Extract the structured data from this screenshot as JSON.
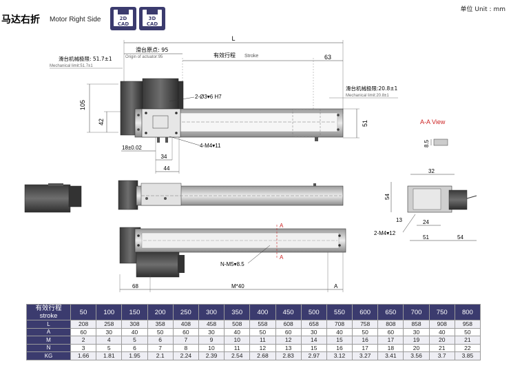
{
  "header": {
    "title_cn": "马达右折",
    "title_en": "Motor Right Side",
    "cad_buttons": [
      {
        "line1": "2D",
        "line2": "CAD"
      },
      {
        "line1": "3D",
        "line2": "CAD"
      }
    ],
    "unit_label": "单位 Unit : mm"
  },
  "drawing": {
    "dims": {
      "L": "L",
      "slider_origin_cn": "滑台原点: 95",
      "slider_origin_en": "Origin of actuator:95",
      "stroke_cn": "有效行程",
      "stroke_en": "Stroke",
      "d63": "63",
      "mech_left_cn": "滑台机械极限: 51.7±1",
      "mech_left_en": "Mechanical limit:51.7±1",
      "mech_right_cn": "滑台机械极限:20.8±1",
      "mech_right_en": "Mechanical limit:20.8±1",
      "d105": "105",
      "d42": "42",
      "d51_right": "51",
      "hole1": "2-Ø3▾6 H7",
      "hole2": "4-M4▾11",
      "d18": "18±0.02",
      "d34": "34",
      "d44": "44",
      "section_title": "A-A View",
      "d8_5": "8.5",
      "d32": "32",
      "d54_side": "54",
      "d13": "13",
      "d24": "24",
      "hole3": "2-M4▾12",
      "d51_bottom": "51",
      "d54_bottom": "54",
      "sec_a_top": "A",
      "sec_a_bottom": "A",
      "holes_n": "N-M5▾8.5",
      "d68": "68",
      "m40": "M*40",
      "a_dim": "A"
    }
  },
  "spec_table": {
    "header_cn": "有效行程",
    "header_en": "stroke",
    "strokes": [
      "50",
      "100",
      "150",
      "200",
      "250",
      "300",
      "350",
      "400",
      "450",
      "500",
      "550",
      "600",
      "650",
      "700",
      "750",
      "800"
    ],
    "rows": [
      {
        "label": "L",
        "values": [
          "208",
          "258",
          "308",
          "358",
          "408",
          "458",
          "508",
          "558",
          "608",
          "658",
          "708",
          "758",
          "808",
          "858",
          "908",
          "958"
        ]
      },
      {
        "label": "A",
        "values": [
          "60",
          "30",
          "40",
          "50",
          "60",
          "30",
          "40",
          "50",
          "60",
          "30",
          "40",
          "50",
          "60",
          "30",
          "40",
          "50"
        ]
      },
      {
        "label": "M",
        "values": [
          "2",
          "4",
          "5",
          "6",
          "7",
          "9",
          "10",
          "11",
          "12",
          "14",
          "15",
          "16",
          "17",
          "19",
          "20",
          "21"
        ]
      },
      {
        "label": "N",
        "values": [
          "3",
          "5",
          "6",
          "7",
          "8",
          "10",
          "11",
          "12",
          "13",
          "15",
          "16",
          "17",
          "18",
          "20",
          "21",
          "22"
        ]
      },
      {
        "label": "KG",
        "values": [
          "1.66",
          "1.81",
          "1.95",
          "2.1",
          "2.24",
          "2.39",
          "2.54",
          "2.68",
          "2.83",
          "2.97",
          "3.12",
          "3.27",
          "3.41",
          "3.56",
          "3.7",
          "3.85"
        ]
      }
    ]
  }
}
